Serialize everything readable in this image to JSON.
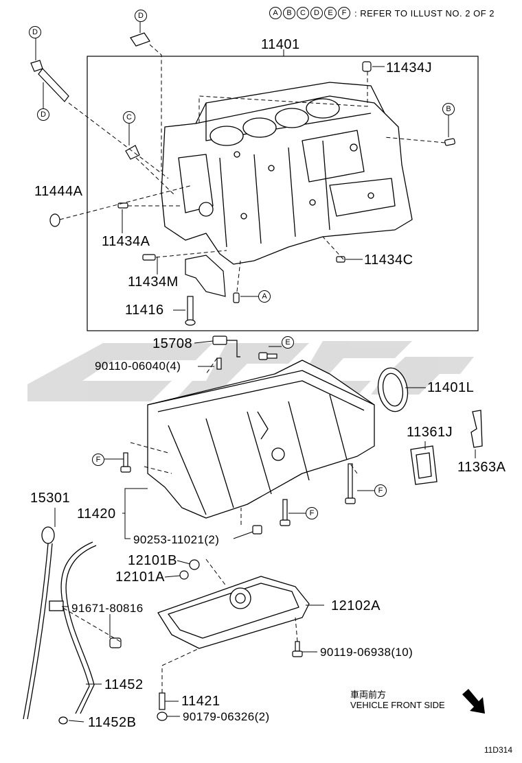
{
  "reference_note": {
    "letters": [
      "A",
      "B",
      "C",
      "D",
      "E",
      "F"
    ],
    "text": ": REFER TO ILLUST NO. 2 OF 2"
  },
  "callout_letters": {
    "d_top": "D",
    "d_left_top": "D",
    "d_left_bottom": "D",
    "c": "C",
    "b": "B",
    "a": "A",
    "e": "E",
    "f1": "F",
    "f2": "F",
    "f3": "F"
  },
  "parts": {
    "p11401": "11401",
    "p11434J": "11434J",
    "p11444A": "11444A",
    "p11434A": "11434A",
    "p11434C": "11434C",
    "p11434M": "11434M",
    "p11416": "11416",
    "p15708": "15708",
    "p90110": "90110-06040(4)",
    "p11401L": "11401L",
    "p11361J": "11361J",
    "p11363A": "11363A",
    "p15301": "15301",
    "p11420": "11420",
    "p90253": "90253-11021(2)",
    "p12101B": "12101B",
    "p12101A": "12101A",
    "p12102A": "12102A",
    "p91671": "91671-80816",
    "p90119": "90119-06938(10)",
    "p11452": "11452",
    "p11421": "11421",
    "p90179": "90179-06326(2)",
    "p11452B": "11452B"
  },
  "front_note": {
    "jp": "車両前方",
    "en": "VEHICLE FRONT SIDE"
  },
  "illustration_code": "11D314"
}
